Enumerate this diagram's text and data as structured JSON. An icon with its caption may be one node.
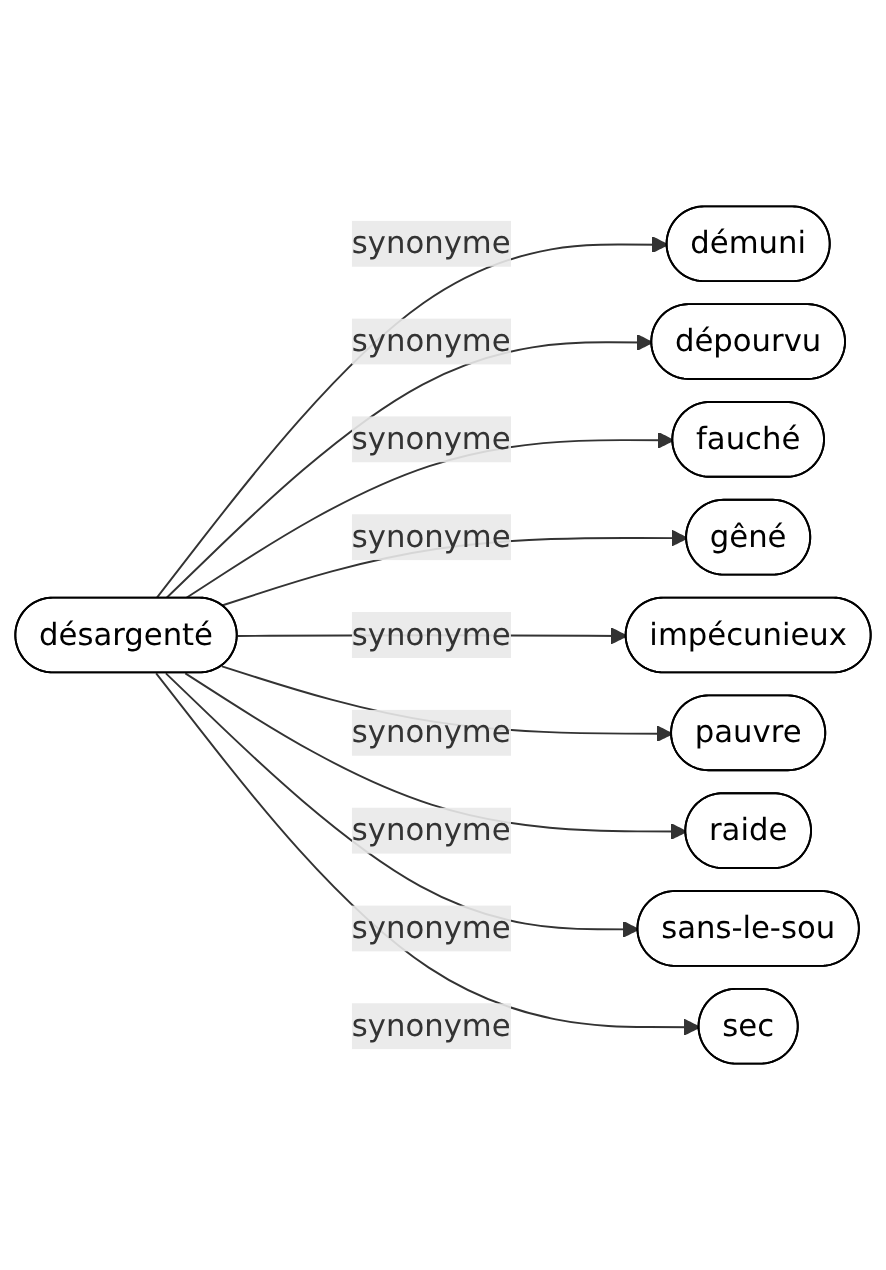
{
  "diagram": {
    "nodes": [
      {
        "text": [
          "désargenté"
        ]
      },
      {
        "text": [
          "démuni"
        ]
      },
      {
        "text": [
          "dépourvu"
        ]
      },
      {
        "text": [
          "fauché"
        ]
      },
      {
        "text": [
          "gêné"
        ]
      },
      {
        "text": [
          "impécunieux"
        ]
      },
      {
        "text": [
          "pauvre"
        ]
      },
      {
        "text": [
          "raide"
        ]
      },
      {
        "text": [
          "sans-le-sou"
        ]
      },
      {
        "text": [
          "sec"
        ]
      }
    ],
    "edges": [
      {
        "from": 0,
        "to": 1,
        "arrow": "to",
        "label": "synonyme"
      },
      {
        "from": 0,
        "to": 2,
        "arrow": "to",
        "label": "synonyme"
      },
      {
        "from": 0,
        "to": 3,
        "arrow": "to",
        "label": "synonyme"
      },
      {
        "from": 0,
        "to": 4,
        "arrow": "to",
        "label": "synonyme"
      },
      {
        "from": 0,
        "to": 5,
        "arrow": "to",
        "label": "synonyme"
      },
      {
        "from": 0,
        "to": 6,
        "arrow": "to",
        "label": "synonyme"
      },
      {
        "from": 0,
        "to": 7,
        "arrow": "to",
        "label": "synonyme"
      },
      {
        "from": 0,
        "to": 8,
        "arrow": "to",
        "label": "synonyme"
      },
      {
        "from": 0,
        "to": 9,
        "arrow": "to",
        "label": "synonyme"
      }
    ]
  }
}
